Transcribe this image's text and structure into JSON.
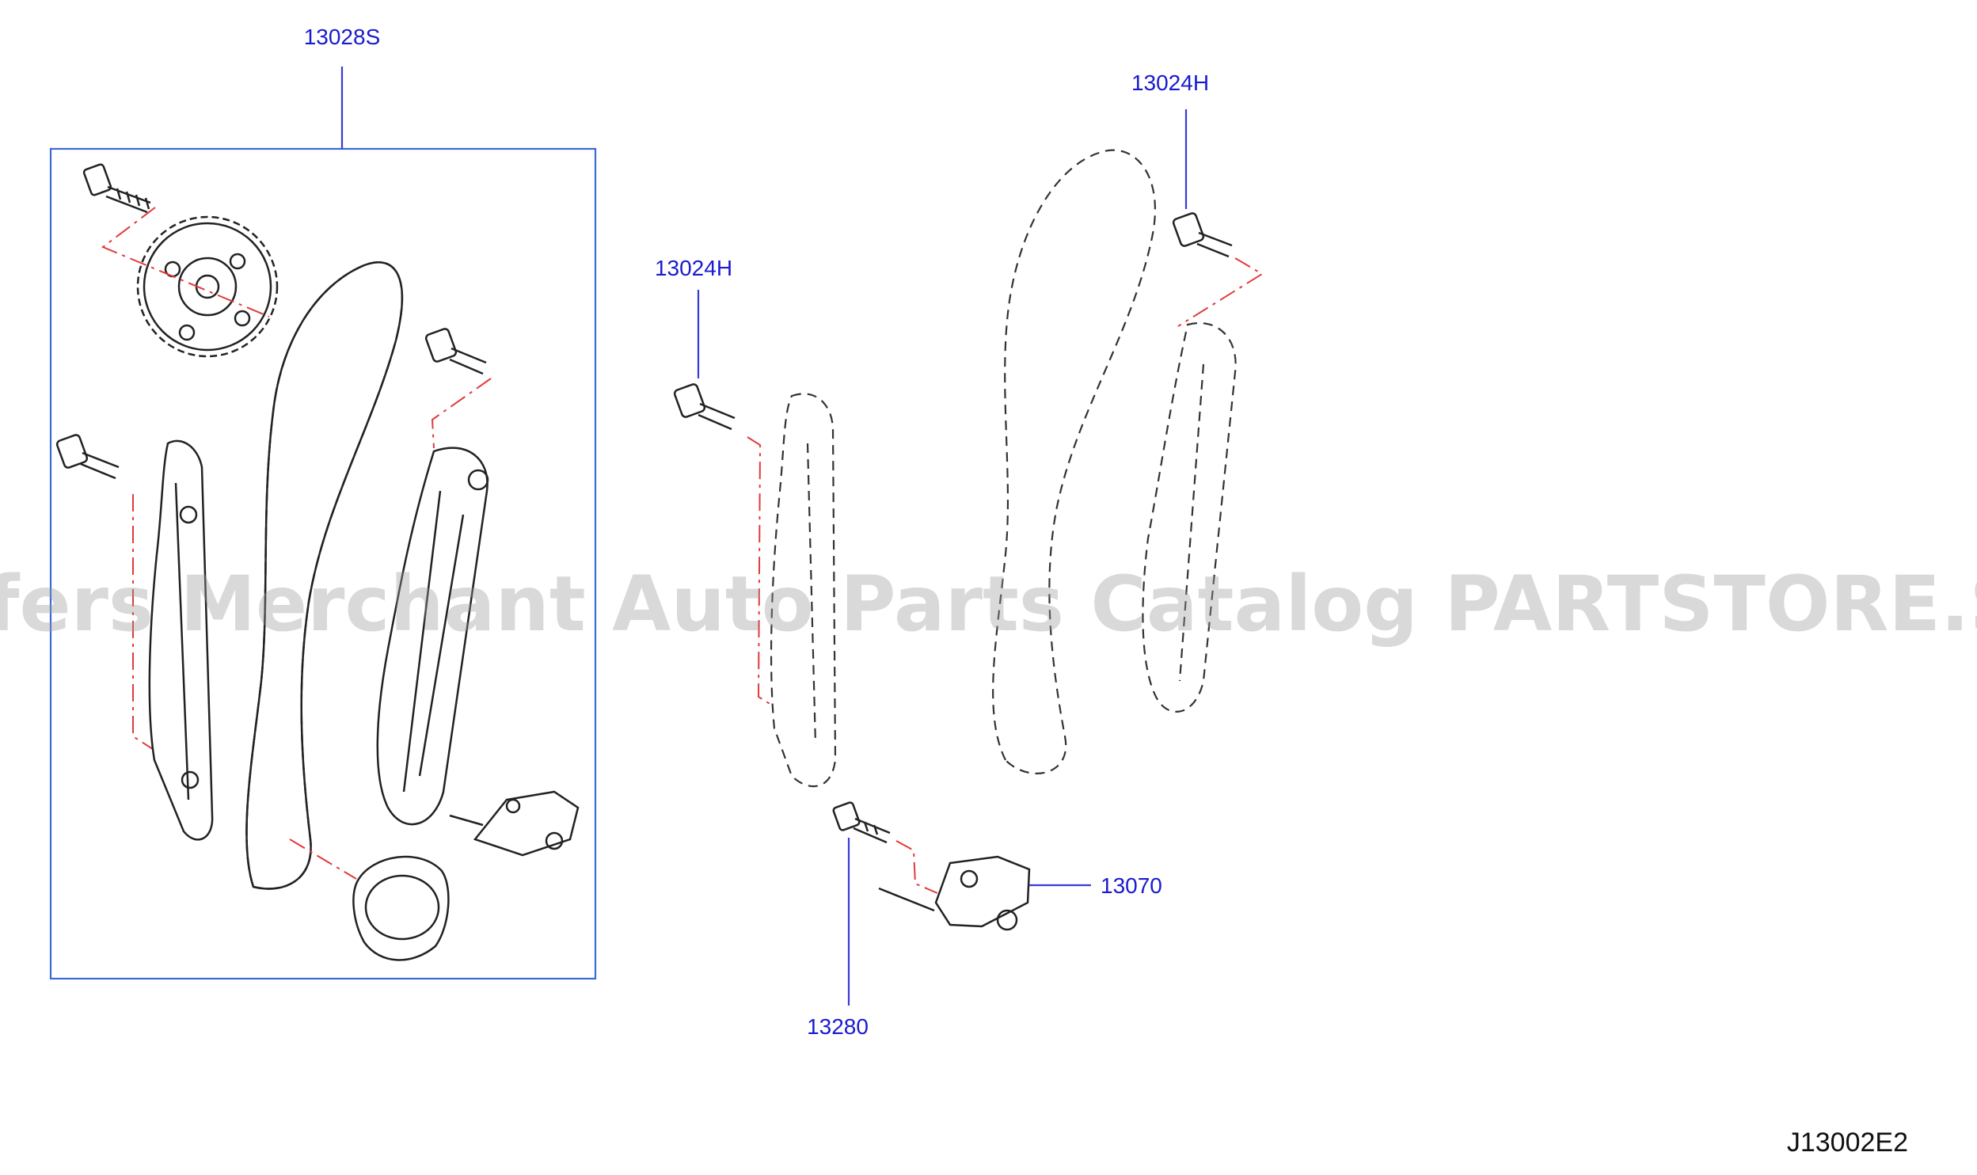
{
  "diagram": {
    "callouts": {
      "kit": "13028S",
      "guide_bolt_upper": "13024H",
      "guide_bolt_left": "13024H",
      "tensioner": "13070",
      "tensioner_bolt": "13280"
    },
    "diagram_code": "J13002E2",
    "watermark": "Offers Merchant Auto Parts Catalog PARTSTORE.SA",
    "colors": {
      "callout_text": "#1a1ad0",
      "leader_line": "#3a3ad8",
      "center_line": "#e23a3a",
      "part_outline": "#222222"
    }
  }
}
